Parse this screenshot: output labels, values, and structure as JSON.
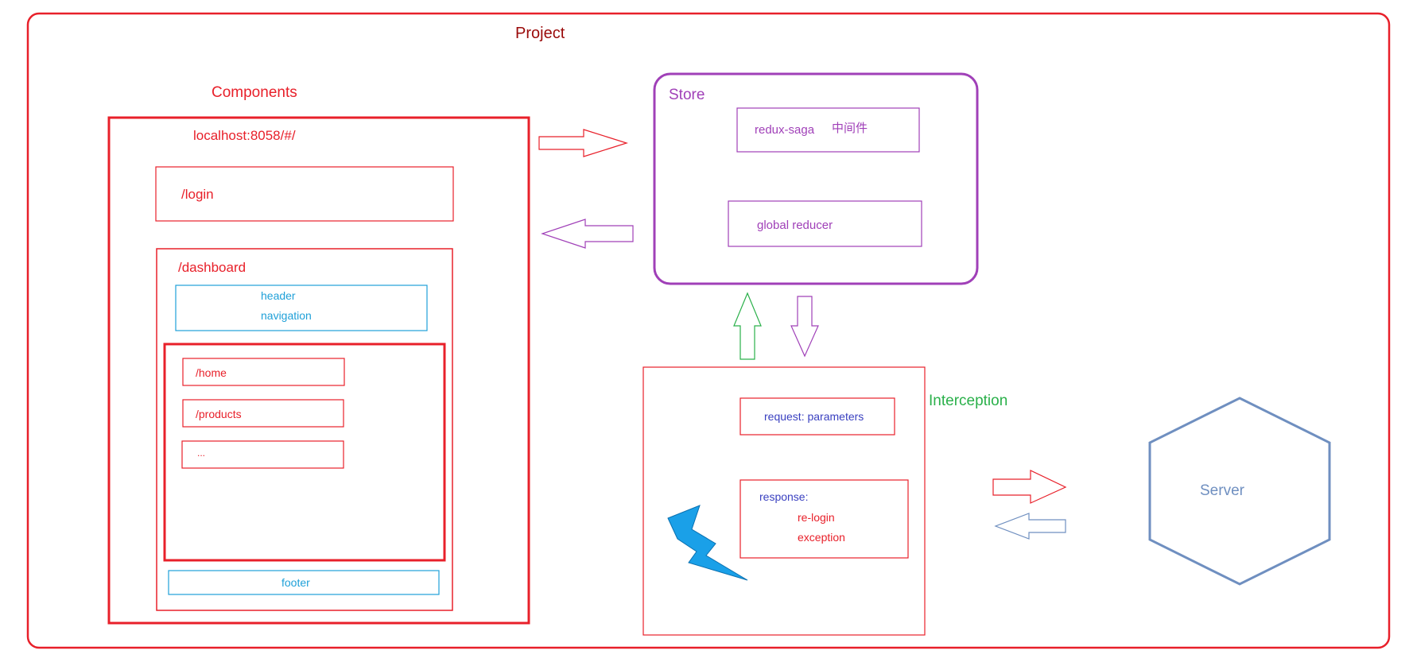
{
  "project": {
    "title": "Project"
  },
  "components": {
    "title": "Components",
    "url": "localhost:8058/#/",
    "login": "/login",
    "dashboard": {
      "title": "/dashboard",
      "header": "header",
      "navigation": "navigation",
      "routes": [
        "/home",
        "/products",
        "..."
      ],
      "footer": "footer"
    }
  },
  "store": {
    "title": "Store",
    "middleware": "redux-saga",
    "middleware_note": "中间件",
    "reducer": "global reducer"
  },
  "interception": {
    "title": "Interception",
    "request": "request: parameters",
    "response": "response:",
    "response_items": [
      "re-login",
      "exception"
    ]
  },
  "server": {
    "label": "Server"
  },
  "colors": {
    "red": "#e8202a",
    "dark_red": "#9a0a0a",
    "purple": "#a040b8",
    "blue": "#1fa0d8",
    "green": "#2ab04a",
    "steel_blue": "#6f8fc0",
    "navy": "#3a40c0",
    "lightning": "#1aa0e8"
  }
}
